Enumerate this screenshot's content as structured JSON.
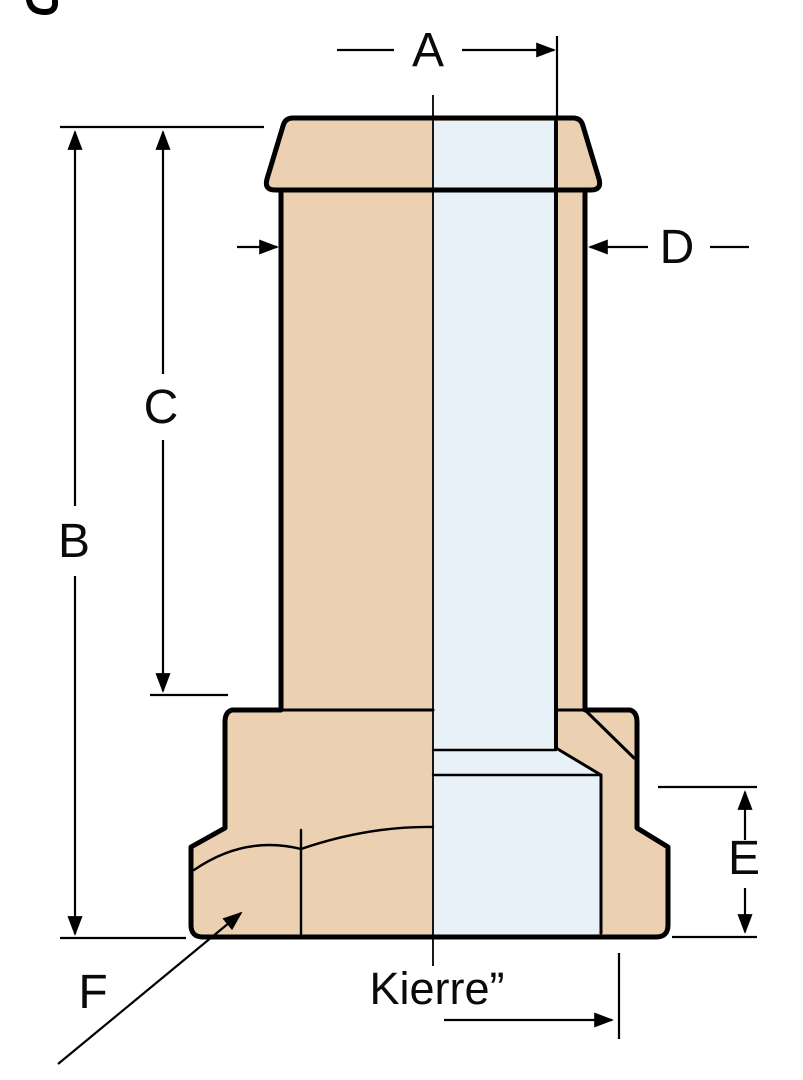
{
  "figure": {
    "labels": {
      "dim_a": "A",
      "dim_b": "B",
      "dim_c": "C",
      "dim_d": "D",
      "dim_e": "E",
      "dim_f": "F",
      "thread_label": "Kierre”"
    },
    "colors": {
      "body": "#ecd0b2",
      "bore": "#e9f1f8",
      "line": "#000000",
      "background": "#ffffff"
    }
  }
}
